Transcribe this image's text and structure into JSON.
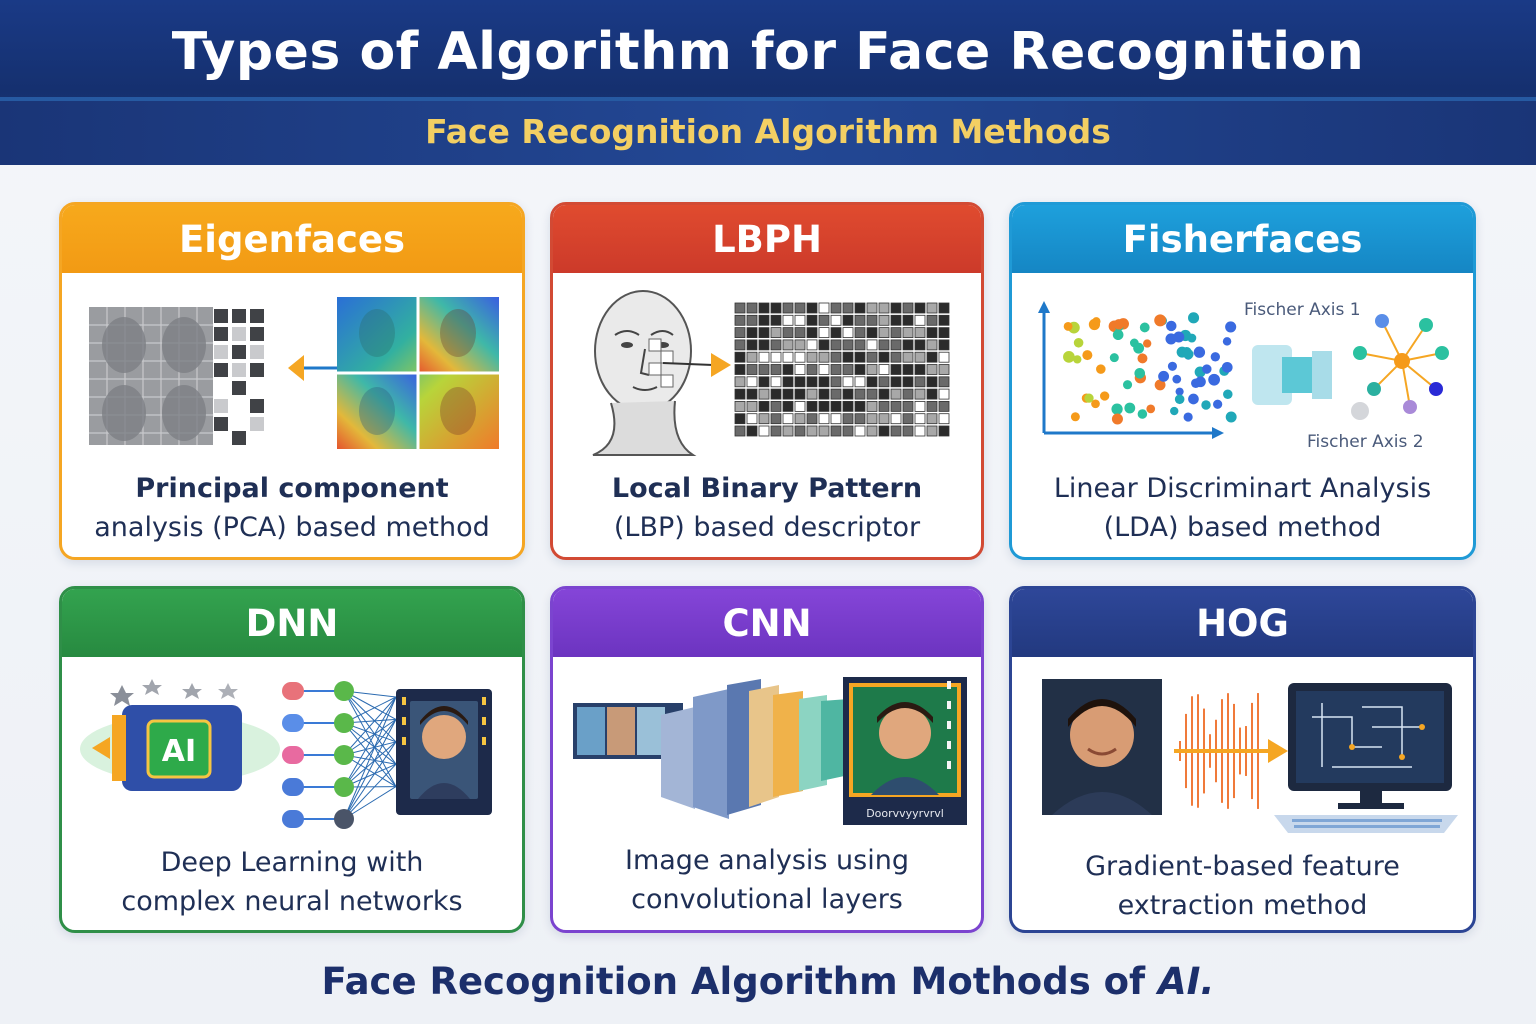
{
  "header": {
    "title": "Types of Algorithm for Face Recognition",
    "subtitle": "Face Recognition Algorithm Methods"
  },
  "cards": [
    {
      "title": "Eigenfaces",
      "line1": "Principal component",
      "line2": "analysis (PCA) based method",
      "color": "#f4a21a",
      "border": "#f5a623"
    },
    {
      "title": "LBPH",
      "line1": "Local Binary Pattern",
      "line2": "(LBP) based descriptor",
      "color": "#d8432c",
      "border": "#d24a34"
    },
    {
      "title": "Fisherfaces",
      "line1": "Linear Discriminart Analysis",
      "line2": "(LDA) based method",
      "color": "#1a94d0",
      "border": "#1f9ad6",
      "axis1": "Fischer Axis 1",
      "axis2": "Fischer Axis 2"
    },
    {
      "title": "DNN",
      "line1": "Deep Learning with",
      "line2": "complex neural networks",
      "color": "#2e9a4b",
      "border": "#2f8f48",
      "chip_label": "AI"
    },
    {
      "title": "CNN",
      "line1": "Image analysis using",
      "line2": "convolutional layers",
      "color": "#7a3fd0",
      "border": "#7b44cf",
      "photo_caption": "Doorvvyyrvrvl"
    },
    {
      "title": "HOG",
      "line1": "Gradient-based feature",
      "line2": "extraction method",
      "color": "#283f8f",
      "border": "#2c4594"
    }
  ],
  "footer": {
    "text": "Face Recognition Algorithm Mothods of",
    "ai": "AI."
  }
}
